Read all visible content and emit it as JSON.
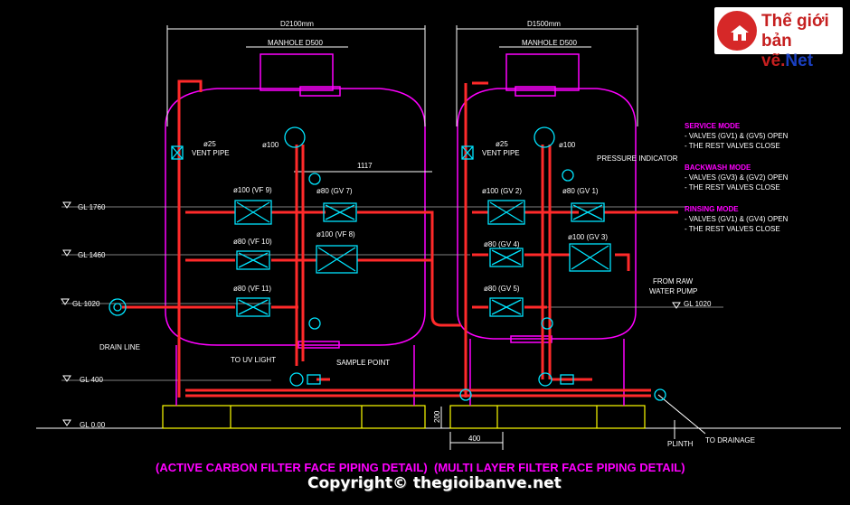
{
  "logo": {
    "line1": "Thế giới",
    "line2a": "bản vẽ.",
    "line2b": "Net",
    "icon": "house-icon"
  },
  "copyright": "Copyright© thegioibanve.net",
  "left_filter": {
    "diameter": "D2100mm",
    "manhole": "MANHOLE D500",
    "dim_1117": "1117",
    "vent": [
      "ø25",
      "VENT PIPE"
    ],
    "top_pipe": "ø100",
    "valves": {
      "vf9": "ø100  (VF 9)",
      "vf7": "ø80  (GV 7)",
      "vf10": "ø80  (VF 10)",
      "vf8": "ø100  (VF 8)",
      "vf11": "ø80  (VF 11)"
    },
    "title": "(ACTIVE CARBON FILTER FACE PIPING DETAIL)"
  },
  "right_filter": {
    "diameter": "D1500mm",
    "manhole": "MANHOLE D500",
    "vent": [
      "ø25",
      "VENT PIPE"
    ],
    "top_pipe": "ø100",
    "pressure": "PRESSURE INDICATOR",
    "valves": {
      "gv2": "ø100  (GV 2)",
      "gv1": "ø80  (GV 1)",
      "gv4": "ø80  (GV 4)",
      "gv3": "ø100  (GV 3)",
      "gv5": "ø80  (GV 5)"
    },
    "title": "(MULTI LAYER FILTER FACE PIPING DETAIL)"
  },
  "levels": {
    "gl1760": "GL 1760",
    "gl1460": "GL 1460",
    "gl1020": "GL 1020",
    "gl400": "GL 400",
    "gl000": "GL 0.00",
    "gl1020r": "GL 1020"
  },
  "labels": {
    "drain_line": "DRAIN LINE",
    "to_uv": "TO UV LIGHT",
    "sample": "SAMPLE POINT",
    "from_raw": [
      "FROM RAW",
      "WATER PUMP"
    ],
    "plinth": "PLINTH",
    "to_drainage": "TO DRAINAGE",
    "dim_200": "200",
    "dim_400": "400"
  },
  "modes": {
    "service": {
      "title": "SERVICE MODE",
      "lines": [
        "-  VALVES (GV1) & (GV5) OPEN",
        "-  THE REST VALVES CLOSE"
      ]
    },
    "backwash": {
      "title": "BACKWASH MODE",
      "lines": [
        "-  VALVES (GV3) & (GV2) OPEN",
        "-  THE REST VALVES CLOSE"
      ]
    },
    "rinsing": {
      "title": "RINSING MODE",
      "lines": [
        "-  VALVES (GV1) & (GV4) OPEN",
        "-  THE REST VALVES CLOSE"
      ]
    }
  },
  "colors": {
    "pipe": "#ff2a2a",
    "tank": "#ff00ff",
    "valve": "#00e5ff",
    "text": "#ffffff",
    "level_text": "#33ff33",
    "plinth": "#ffff00",
    "dims": "#ffffff",
    "background": "#000000"
  }
}
